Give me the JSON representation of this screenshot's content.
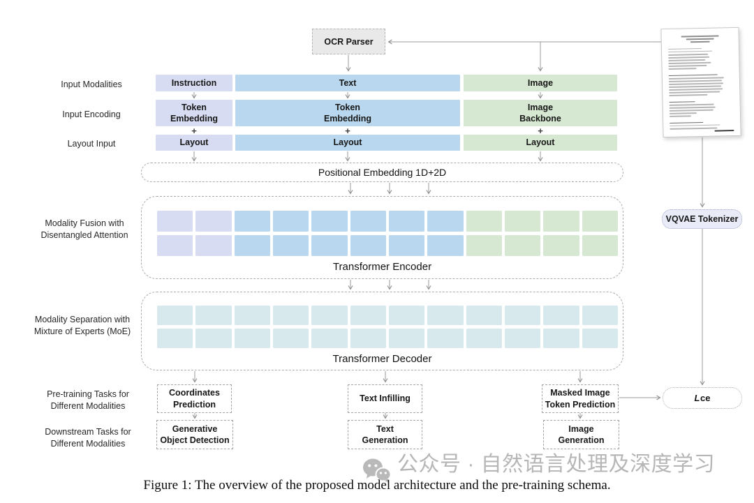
{
  "ocr_parser": "OCR Parser",
  "side_labels": {
    "modalities": "Input Modalities",
    "encoding": "Input Encoding",
    "layout": "Layout Input",
    "fusion": [
      "Modality Fusion with",
      "Disentangled Attention"
    ],
    "separation": [
      "Modality Separation with",
      "Mixture of Experts (MoE)"
    ],
    "pretrain": [
      "Pre-training Tasks for",
      "Different Modalities"
    ],
    "downstream": [
      "Downstream Tasks for",
      "Different Modalities"
    ]
  },
  "plus": "+",
  "columns": [
    {
      "modality": "Instruction",
      "encoding_lines": [
        "Token",
        "Embedding"
      ],
      "layout": "Layout"
    },
    {
      "modality": "Text",
      "encoding_lines": [
        "Token",
        "Embedding"
      ],
      "layout": "Layout"
    },
    {
      "modality": "Image",
      "encoding_lines": [
        "Image",
        "Backbone"
      ],
      "layout": "Layout"
    }
  ],
  "positional_embedding": "Positional Embedding 1D+2D",
  "encoder": {
    "label": "Transformer Encoder",
    "cell_colors": [
      "lavender",
      "lavender",
      "blue",
      "blue",
      "blue",
      "blue",
      "blue",
      "blue",
      "green",
      "green",
      "green",
      "green"
    ]
  },
  "decoder": {
    "label": "Transformer Decoder",
    "cell_count": 12
  },
  "tasks": [
    {
      "pretrain_lines": [
        "Coordinates",
        "Prediction"
      ],
      "downstream_lines": [
        "Generative",
        "Object Detection"
      ]
    },
    {
      "pretrain_lines": [
        "Text Infilling"
      ],
      "downstream_lines": [
        "Text",
        "Generation"
      ]
    },
    {
      "pretrain_lines": [
        "Masked Image",
        "Token Prediction"
      ],
      "downstream_lines": [
        "Image",
        "Generation"
      ]
    }
  ],
  "right_panel": {
    "vqvae": "VQVAE Tokenizer",
    "loss": {
      "main": "L",
      "sub": "ce"
    }
  },
  "watermark": "公众号 · 自然语言处理及深度学习",
  "caption": "Figure 1: The overview of the proposed model architecture and the pre-training schema.",
  "colors": {
    "lavender": "#d8dcf2",
    "blue": "#b9d7ee",
    "green": "#d6e8d1",
    "cyan": "#d8e9ee"
  }
}
